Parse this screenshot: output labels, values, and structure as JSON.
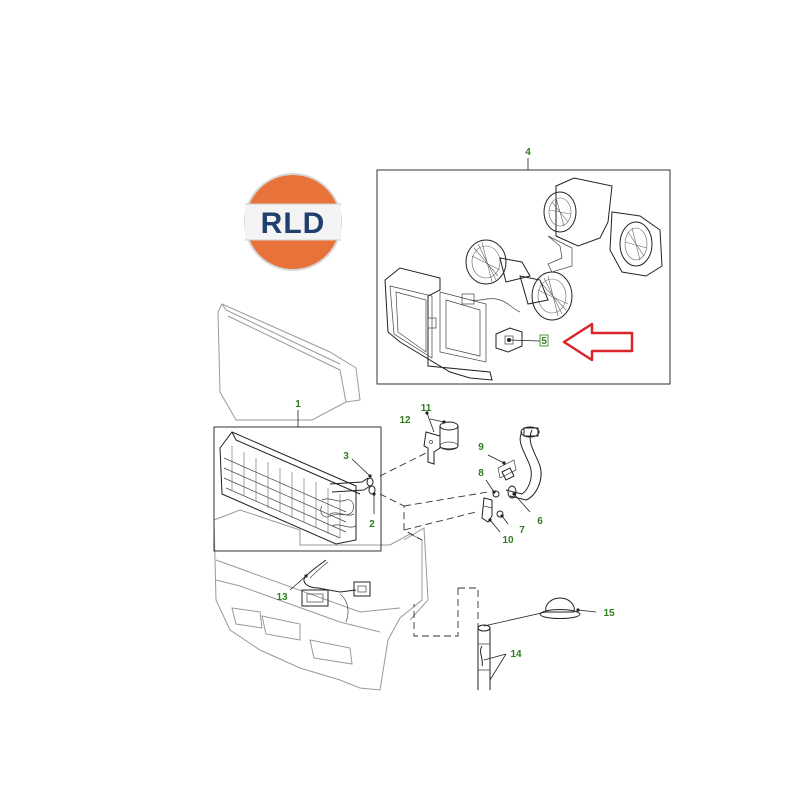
{
  "logo": {
    "text": "RLD",
    "ring_top": "#e8733a",
    "ring_bottom": "#e8733a",
    "core": "#ffffff",
    "text_color": "#1f3f6e"
  },
  "callouts": [
    "1",
    "2",
    "3",
    "4",
    "5",
    "6",
    "7",
    "8",
    "9",
    "10",
    "11",
    "12",
    "13",
    "14",
    "15"
  ],
  "arrow": {
    "color": "#d9262b",
    "points_to": "5"
  },
  "callout_color": "#2f7d1f"
}
